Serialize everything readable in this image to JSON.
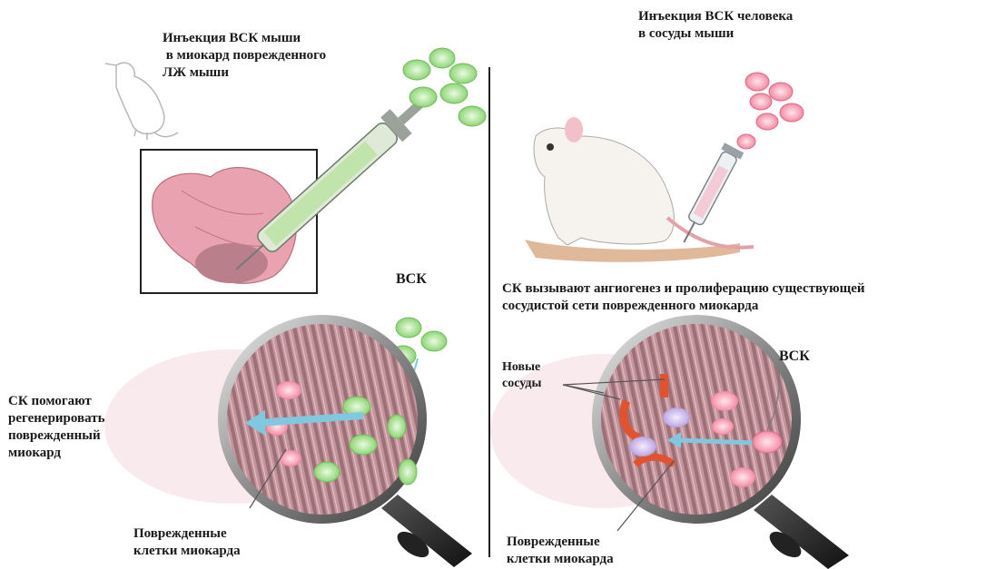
{
  "labels": {
    "left_top": "Инъекция ВСК мыши\n в миокард поврежденного\nЛЖ мыши",
    "right_top": "Инъекция ВСК человека\nв сосуды мыши",
    "vsk_left": "ВСК",
    "middle_right": "СК вызывают ангиогенез и пролиферацию существующей\nсосудистой сети поврежденного миокарда",
    "new_vessels": "Новые\nсосуды",
    "vsk_right": "ВСК",
    "left_side": "СК помогают\nрегенерировать\nповрежденный\nмиокард",
    "bottom_left": "Поврежденные\nклетки миокарда",
    "bottom_right": "Поврежденные\nклетки миокарда"
  },
  "colors": {
    "green_cell": "#8fd47a",
    "pink_cell": "#f2879c",
    "purple_cell": "#b8a0d8",
    "heart": "#e9a3b0",
    "arrow": "#7fc8e0",
    "vessel": "#e0532e"
  }
}
